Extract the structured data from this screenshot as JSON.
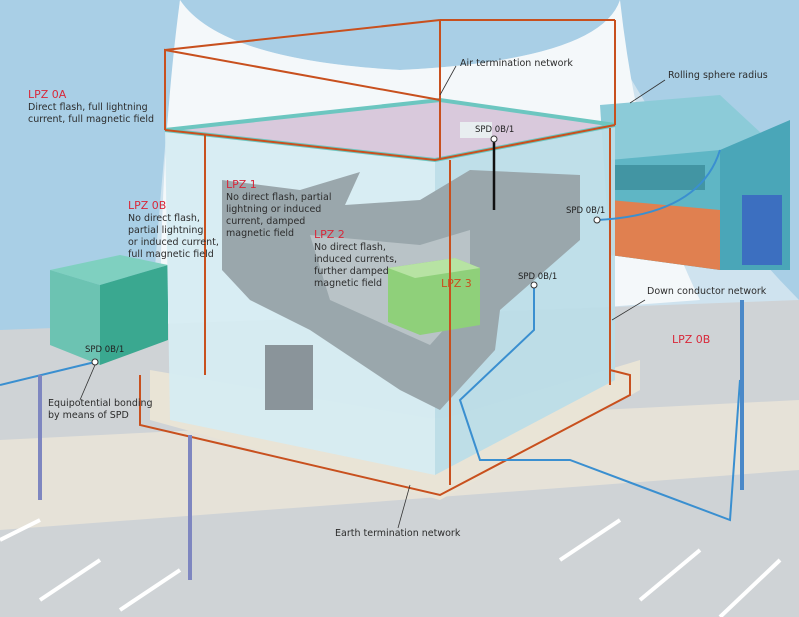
{
  "labels": {
    "air_termination": "Air termination network",
    "rolling_sphere": "Rolling sphere radius",
    "down_conductor": "Down conductor network",
    "equipotential": "Equipotential bonding\nby means of SPD",
    "earth_termination": "Earth termination network"
  },
  "zones": {
    "lpz0a": {
      "title": "LPZ 0A",
      "desc": "Direct flash, full lightning\ncurrent, full magnetic field"
    },
    "lpz0b": {
      "title": "LPZ 0B",
      "desc": "No direct flash,\npartial lightning\nor induced current,\nfull magnetic field"
    },
    "lpz1": {
      "title": "LPZ 1",
      "desc": "No direct flash, partial\nlightning or induced\ncurrent, damped\nmagnetic field"
    },
    "lpz2": {
      "title": "LPZ 2",
      "desc": "No direct flash,\ninduced currents,\nfurther damped\nmagnetic field"
    },
    "lpz3": {
      "title": "LPZ 3"
    },
    "lpz0b_right": {
      "title": "LPZ 0B"
    }
  },
  "spd": [
    "SPD 0B/1",
    "SPD 0B/1",
    "SPD 0B/1",
    "SPD 0B/1"
  ],
  "colors": {
    "sky": "#a9cfe6",
    "conductor": "#c8501e",
    "cable": "#3a8fd0",
    "building": "#cfe6ee",
    "lpz3": "#8fd07a"
  }
}
